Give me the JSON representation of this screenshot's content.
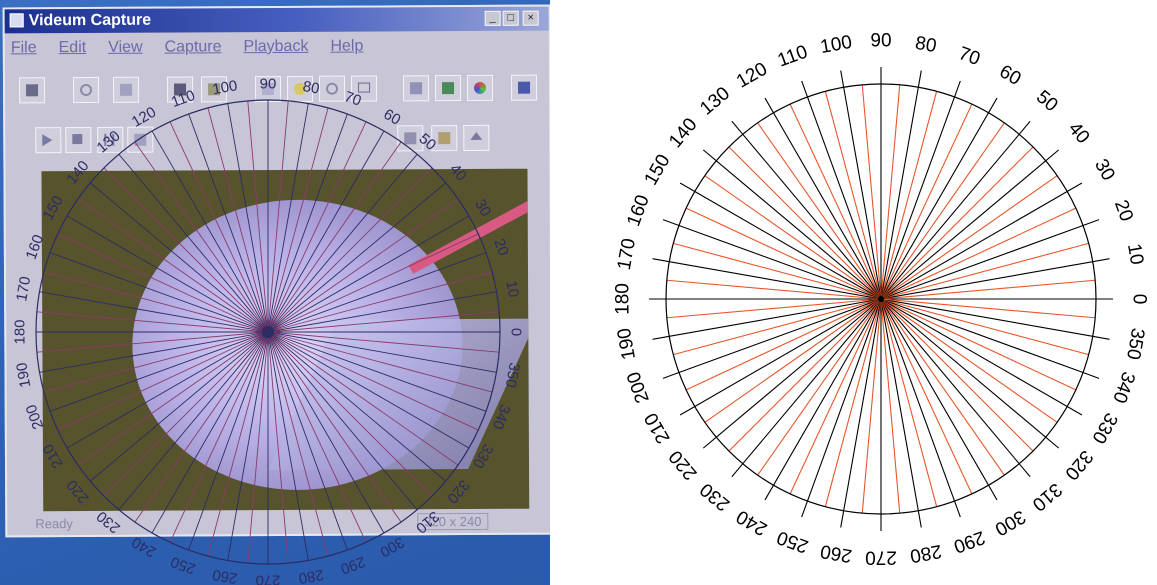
{
  "window": {
    "title": "Videum Capture",
    "menu": [
      "File",
      "Edit",
      "View",
      "Capture",
      "Playback",
      "Help"
    ],
    "status_left": "Ready",
    "status_right": "320 x 240",
    "titlebar_buttons": [
      "_",
      "□",
      "×"
    ]
  },
  "toolbar_icons": [
    "monitor-icon",
    "crosshair-icon",
    "image-icon",
    "save-icon",
    "open-icon",
    "camera-icon",
    "color-icon",
    "face-icon",
    "tv-icon",
    "layout-icon",
    "display-icon",
    "palette-icon",
    "picture-icon",
    "play-icon",
    "stop-icon",
    "rewind-icon",
    "step-icon",
    "settings-icon",
    "folder-icon",
    "eject-icon"
  ],
  "angle_labels": [
    "0",
    "10",
    "20",
    "30",
    "40",
    "50",
    "60",
    "70",
    "80",
    "90",
    "100",
    "110",
    "120",
    "130",
    "140",
    "150",
    "160",
    "170",
    "180",
    "190",
    "200",
    "210",
    "220",
    "230",
    "240",
    "250",
    "260",
    "270",
    "280",
    "290",
    "300",
    "310",
    "320",
    "330",
    "340",
    "350"
  ],
  "line_step_degrees": 5,
  "colors": {
    "major_line": "#000000",
    "minor_line": "#e8562a",
    "photo_line": "#2c2c64",
    "photo_minor_line": "#8a3a6a"
  }
}
